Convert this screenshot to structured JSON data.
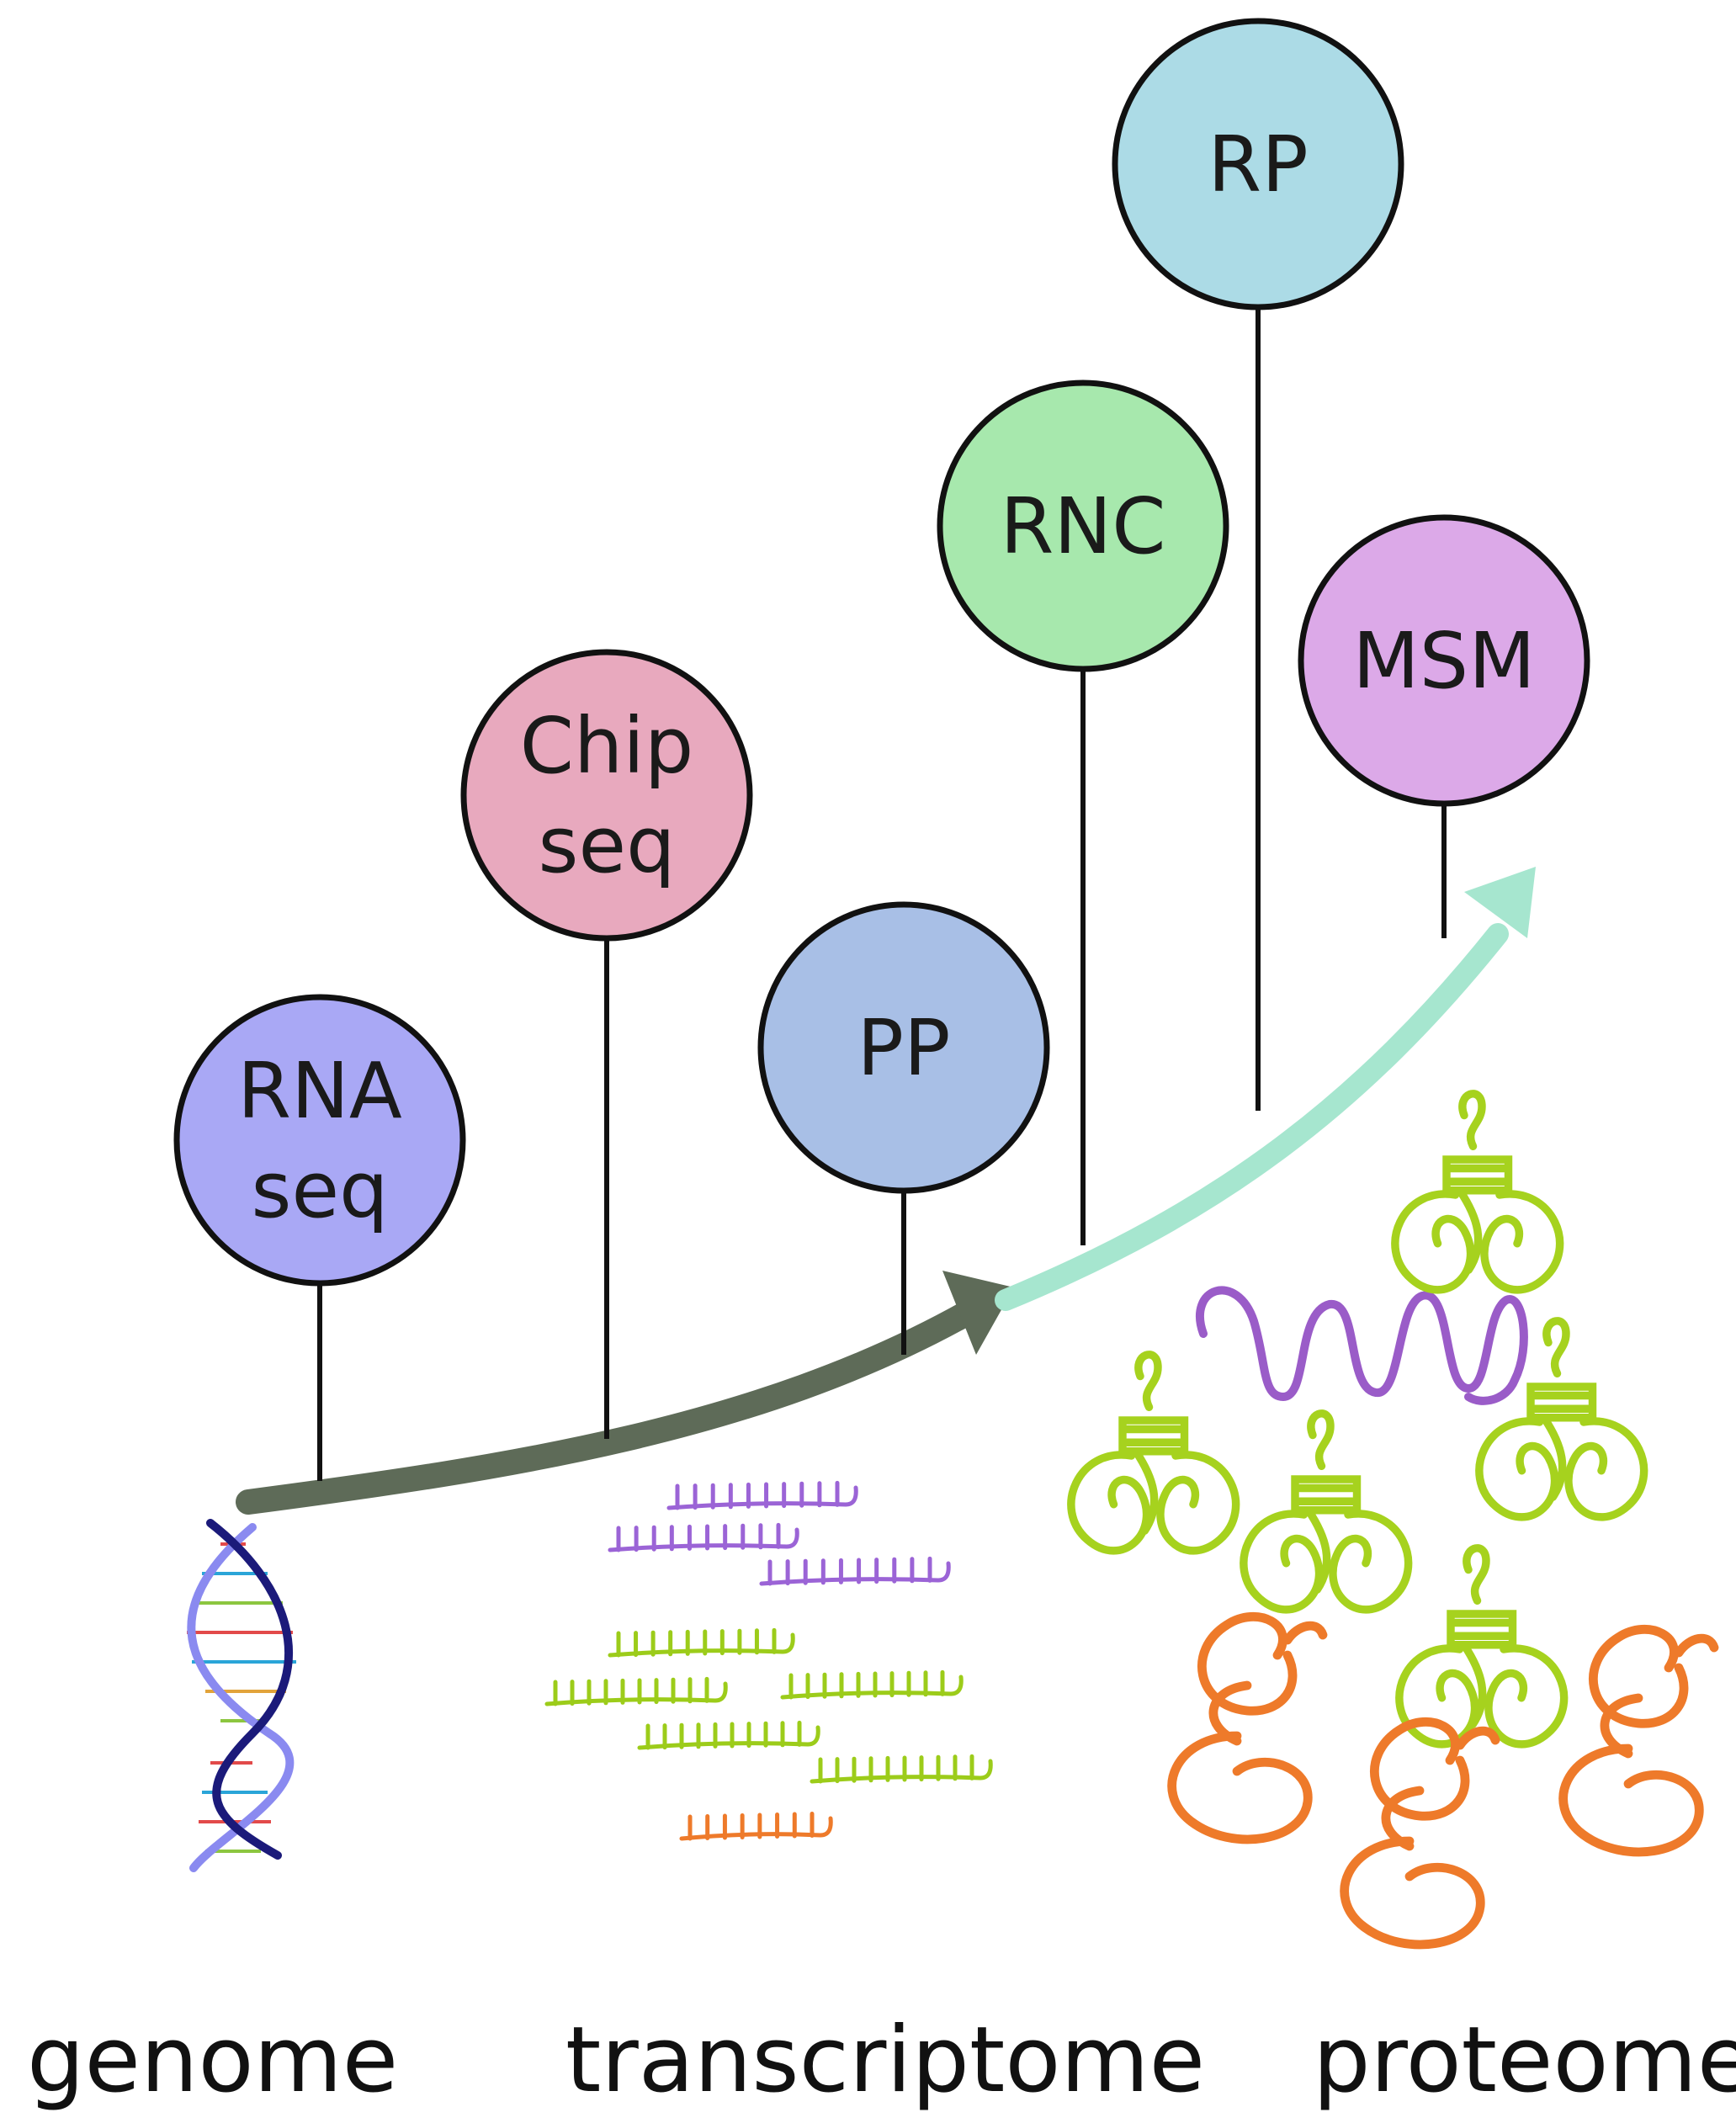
{
  "nodes": [
    {
      "id": "rna-seq",
      "lines": [
        "RNA",
        "seq"
      ],
      "color": "#a9a8f5"
    },
    {
      "id": "chip-seq",
      "lines": [
        "Chip",
        "seq"
      ],
      "color": "#e8a9be"
    },
    {
      "id": "pp",
      "lines": [
        "PP"
      ],
      "color": "#a8bfe6"
    },
    {
      "id": "rnc",
      "lines": [
        "RNC"
      ],
      "color": "#a7e8ad"
    },
    {
      "id": "rp",
      "lines": [
        "RP"
      ],
      "color": "#acdbe6"
    },
    {
      "id": "msm",
      "lines": [
        "MSM"
      ],
      "color": "#dca9e8"
    }
  ],
  "stages": {
    "genome": "genome",
    "transcriptome": "transcriptome",
    "proteome": "proteome"
  },
  "colors": {
    "arrow_dark": "#5e6b58",
    "arrow_light": "#a6e6cf",
    "outline": "#111111",
    "rna_purple": "#9b64d6",
    "rna_green": "#9ccc1a",
    "rna_orange": "#ee7a2a",
    "protein_green": "#a6d21e",
    "protein_purple": "#9a5cc8",
    "protein_orange": "#ee7a2a",
    "dna_dark": "#1b1a7a",
    "dna_light": "#8a8af0"
  }
}
